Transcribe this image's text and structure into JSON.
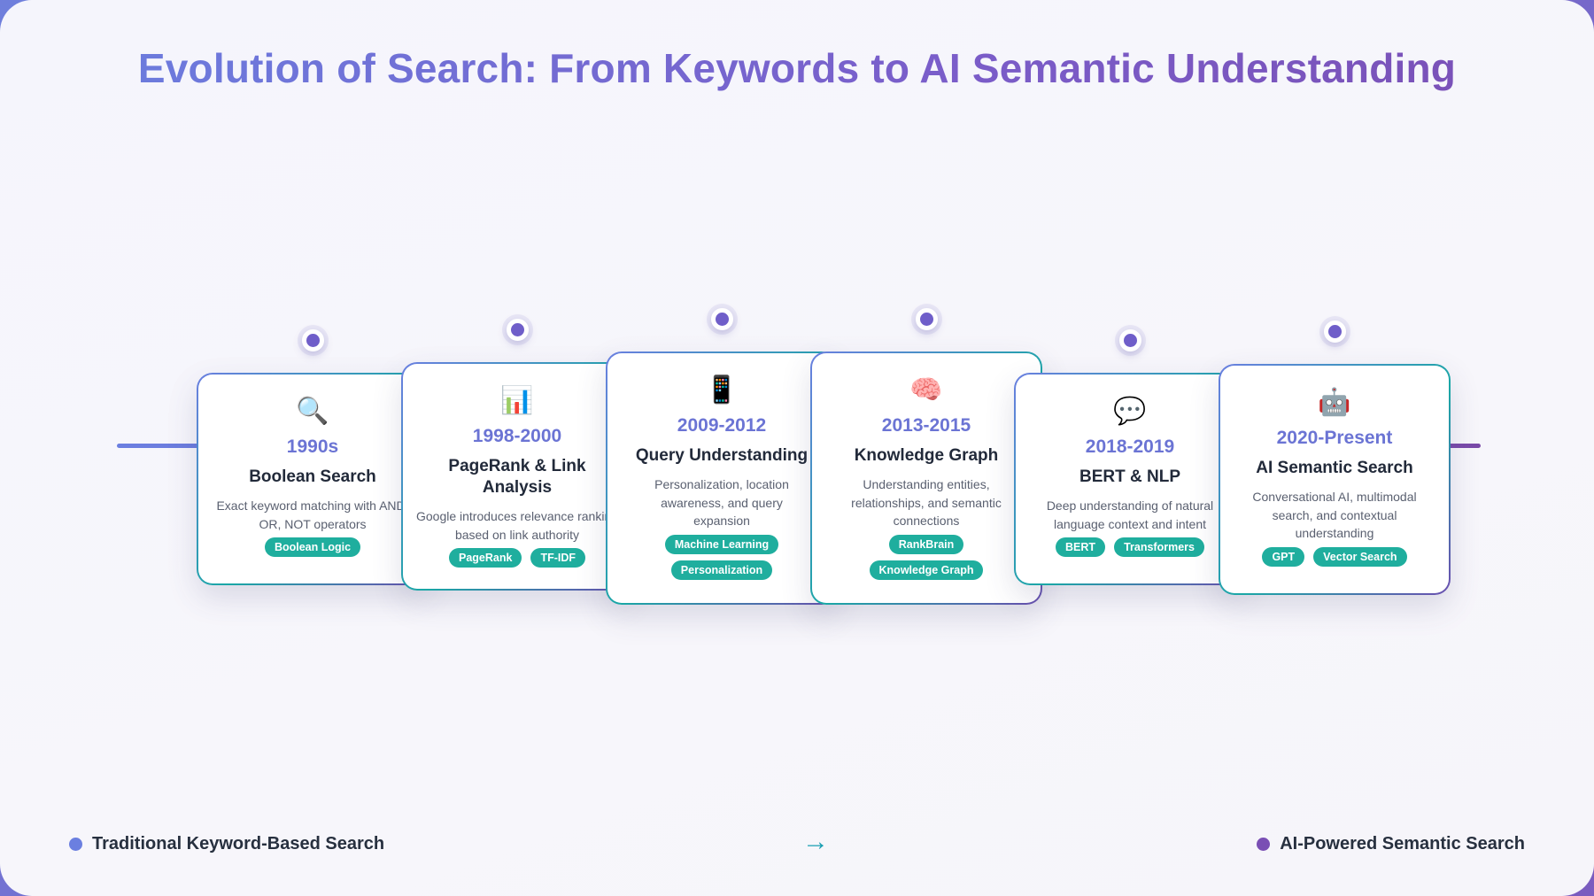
{
  "title": "Evolution of Search: From Keywords to AI Semantic Understanding",
  "colors": {
    "accent_blue": "#6b7fe0",
    "accent_purple": "#7a5dc9",
    "tag_teal": "#1fae9e",
    "arrow_teal": "#1a9fb2"
  },
  "milestones": [
    {
      "icon": "magnifying-glass-icon",
      "glyph": "🔍",
      "period": "1990s",
      "name": "Boolean Search",
      "description": "Exact keyword matching with AND, OR, NOT operators",
      "tags": [
        "Boolean Logic"
      ]
    },
    {
      "icon": "bar-chart-icon",
      "glyph": "📊",
      "period": "1998-2000",
      "name": "PageRank & Link Analysis",
      "description": "Google introduces relevance ranking based on link authority",
      "tags": [
        "PageRank",
        "TF-IDF"
      ]
    },
    {
      "icon": "mobile-phone-icon",
      "glyph": "📱",
      "period": "2009-2012",
      "name": "Query Understanding",
      "description": "Personalization, location awareness, and query expansion",
      "tags": [
        "Machine Learning",
        "Personalization"
      ]
    },
    {
      "icon": "brain-icon",
      "glyph": "🧠",
      "period": "2013-2015",
      "name": "Knowledge Graph",
      "description": "Understanding entities, relationships, and semantic connections",
      "tags": [
        "RankBrain",
        "Knowledge Graph"
      ]
    },
    {
      "icon": "speech-bubble-icon",
      "glyph": "💬",
      "period": "2018-2019",
      "name": "BERT & NLP",
      "description": "Deep understanding of natural language context and intent",
      "tags": [
        "BERT",
        "Transformers"
      ]
    },
    {
      "icon": "robot-icon",
      "glyph": "🤖",
      "period": "2020-Present",
      "name": "AI Semantic Search",
      "description": "Conversational AI, multimodal search, and contextual understanding",
      "tags": [
        "GPT",
        "Vector Search"
      ]
    }
  ],
  "legend": {
    "left_label": "Traditional Keyword-Based Search",
    "left_color": "#6b7fe0",
    "arrow": "→",
    "right_label": "AI-Powered Semantic Search",
    "right_color": "#7a4fb4"
  }
}
